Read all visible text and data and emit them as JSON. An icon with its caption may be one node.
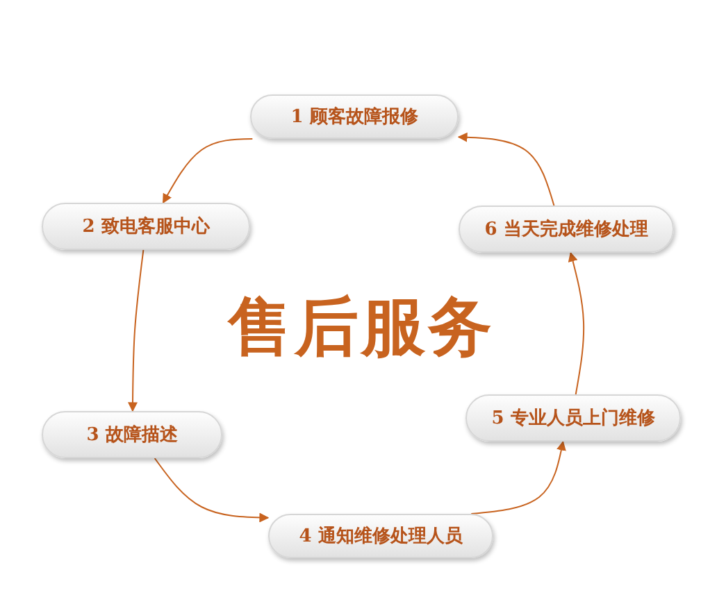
{
  "diagram": {
    "title": "售后服务",
    "nodes": [
      {
        "text": [
          "1 顾客故障报修"
        ]
      },
      {
        "text": [
          "2 致电客服中心"
        ]
      },
      {
        "text": [
          "3 故障描述"
        ]
      },
      {
        "text": [
          "4 通知维修处理人员"
        ]
      },
      {
        "text": [
          "5 专业人员上门维修"
        ]
      },
      {
        "text": [
          "6 当天完成维修处理"
        ]
      }
    ],
    "edges": [
      {
        "from": 0,
        "to": 1,
        "arrow": "to"
      },
      {
        "from": 1,
        "to": 2,
        "arrow": "to"
      },
      {
        "from": 2,
        "to": 3,
        "arrow": "to"
      },
      {
        "from": 3,
        "to": 4,
        "arrow": "to"
      },
      {
        "from": 4,
        "to": 5,
        "arrow": "to"
      },
      {
        "from": 5,
        "to": 0,
        "arrow": "to"
      }
    ]
  }
}
